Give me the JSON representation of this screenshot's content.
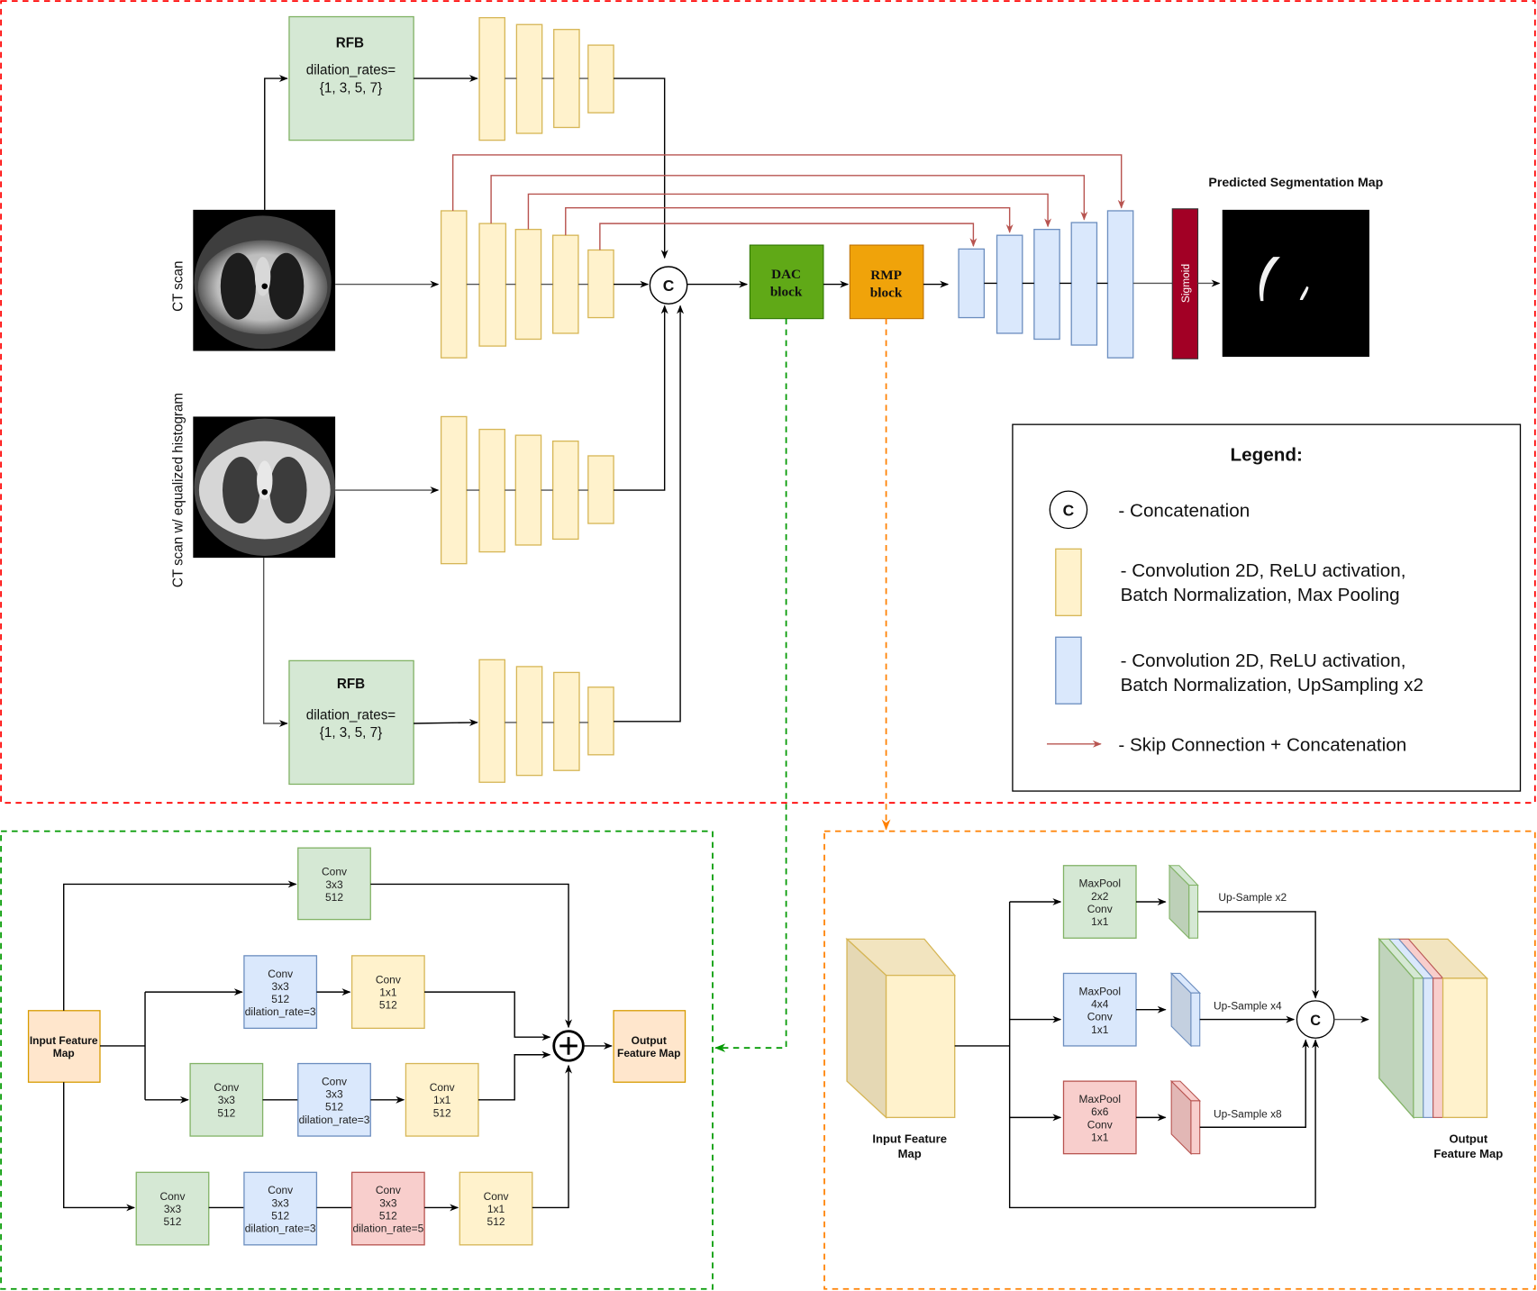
{
  "title": "CT segmentation architecture diagram",
  "inputs": {
    "ct_scan_label": "CT scan",
    "ct_eq_label": "CT scan w/ equalized histogram"
  },
  "rfb_top": {
    "title": "RFB",
    "line1": "dilation_rates=",
    "line2": "{1, 3, 5, 7}"
  },
  "rfb_bottom": {
    "title": "RFB",
    "line1": "dilation_rates=",
    "line2": "{1, 3, 5, 7}"
  },
  "concat_symbol": "C",
  "dac_block": {
    "line1": "DAC",
    "line2": "block"
  },
  "rmp_block": {
    "line1": "RMP",
    "line2": "block"
  },
  "sigmoid_label": "Sigmoid",
  "output_title": "Predicted Segmentation Map",
  "legend": {
    "title": "Legend:",
    "items": [
      {
        "symbol": "C",
        "line1": "- Concatenation",
        "line2": ""
      },
      {
        "symbol": "encoder-block",
        "line1": "- Convolution 2D, ReLU activation,",
        "line2": "Batch Normalization, Max Pooling"
      },
      {
        "symbol": "decoder-block",
        "line1": "- Convolution 2D, ReLU activation,",
        "line2": "Batch Normalization, UpSampling x2"
      },
      {
        "symbol": "skip-arrow",
        "line1": "- Skip Connection + Concatenation",
        "line2": ""
      }
    ]
  },
  "dac_detail": {
    "input_label": [
      "Input Feature",
      "Map"
    ],
    "output_label": [
      "Output",
      "Feature Map"
    ],
    "plus_symbol": "+",
    "branch1": [
      {
        "lines": [
          "Conv",
          "3x3",
          "512"
        ]
      }
    ],
    "branch2": [
      {
        "lines": [
          "Conv",
          "3x3",
          "512",
          "dilation_rate=3"
        ]
      },
      {
        "lines": [
          "Conv",
          "1x1",
          "512"
        ]
      }
    ],
    "branch3": [
      {
        "lines": [
          "Conv",
          "3x3",
          "512"
        ]
      },
      {
        "lines": [
          "Conv",
          "3x3",
          "512",
          "dilation_rate=3"
        ]
      },
      {
        "lines": [
          "Conv",
          "1x1",
          "512"
        ]
      }
    ],
    "branch4": [
      {
        "lines": [
          "Conv",
          "3x3",
          "512"
        ]
      },
      {
        "lines": [
          "Conv",
          "3x3",
          "512",
          "dilation_rate=3"
        ]
      },
      {
        "lines": [
          "Conv",
          "3x3",
          "512",
          "dilation_rate=5"
        ]
      },
      {
        "lines": [
          "Conv",
          "1x1",
          "512"
        ]
      }
    ]
  },
  "rmp_detail": {
    "input_label": [
      "Input Feature",
      "Map"
    ],
    "output_label": [
      "Output",
      "Feature Map"
    ],
    "concat_symbol": "C",
    "pools": [
      {
        "lines": [
          "MaxPool",
          "2x2",
          "Conv",
          "1x1"
        ],
        "upsample": "Up-Sample x2"
      },
      {
        "lines": [
          "MaxPool",
          "4x4",
          "Conv",
          "1x1"
        ],
        "upsample": "Up-Sample x4"
      },
      {
        "lines": [
          "MaxPool",
          "6x6",
          "Conv",
          "1x1"
        ],
        "upsample": "Up-Sample x8"
      }
    ]
  },
  "colors": {
    "main_border": "#ff0000",
    "dac_border": "#009900",
    "rmp_border": "#ff8000",
    "dac_fill": "#60a917",
    "rmp_fill": "#f0a30a",
    "sigmoid_fill": "#a20025",
    "skip": "#b85450"
  }
}
